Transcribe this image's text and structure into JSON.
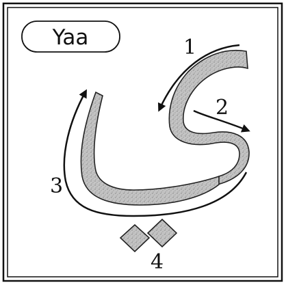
{
  "title": "Yaa",
  "steps": [
    {
      "label": "1"
    },
    {
      "label": "2"
    },
    {
      "label": "3"
    },
    {
      "label": "4"
    }
  ],
  "colors": {
    "ink": "#111111",
    "stroke_fill": "#b9b9b9",
    "dot_fill": "#bcbcbc"
  }
}
